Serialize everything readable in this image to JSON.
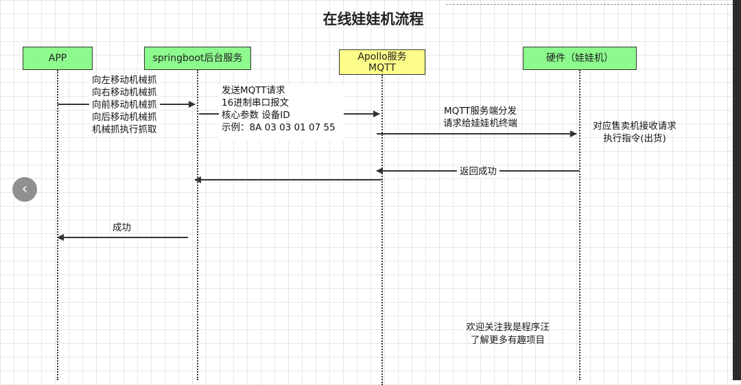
{
  "title": "在线娃娃机流程",
  "actors": {
    "app": "APP",
    "server": "springboot后台服务",
    "mqtt_line1": "Apollo服务",
    "mqtt_line2": "MQTT",
    "device": "硬件（娃娃机）"
  },
  "messages": {
    "app_to_server": [
      "向左移动机械抓",
      "向右移动机械抓",
      "向前移动机械抓",
      "向后移动机械抓",
      "机械抓执行抓取"
    ],
    "server_to_mqtt": [
      "发送MQTT请求",
      "16进制串口报文",
      "核心参数 设备ID",
      "示例：8A 03 03 01 07 55"
    ],
    "mqtt_to_device": [
      "MQTT服务端分发",
      "请求给娃娃机终端"
    ],
    "device_action": [
      "对应售卖机接收请求",
      "执行指令(出货)"
    ],
    "device_to_mqtt": "返回成功",
    "server_to_app": "成功"
  },
  "footer": [
    "欢迎关注我是程序汪",
    "了解更多有趣项目"
  ],
  "nav_prev_icon": "‹",
  "colors": {
    "actor_green": "#8cfa8c",
    "actor_yellow": "#fdfd8a",
    "arrow": "#333333"
  }
}
